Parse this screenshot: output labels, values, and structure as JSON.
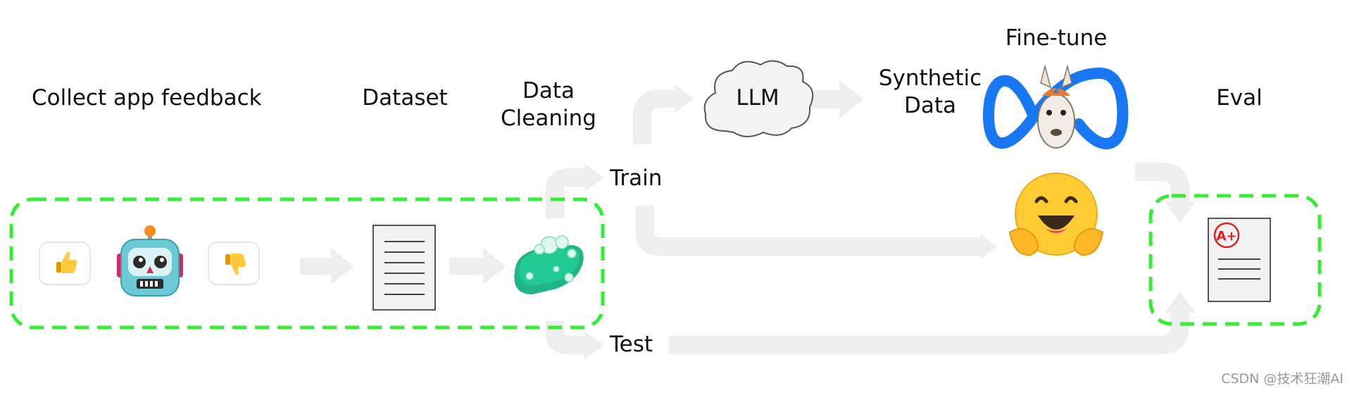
{
  "labels": {
    "collect": "Collect app feedback",
    "dataset": "Dataset",
    "cleaning_line1": "Data",
    "cleaning_line2": "Cleaning",
    "llm": "LLM",
    "synthetic_line1": "Synthetic",
    "synthetic_line2": "Data",
    "finetune": "Fine-tune",
    "eval": "Eval",
    "train": "Train",
    "test": "Test",
    "grade": "A+"
  },
  "watermark": "CSDN @技术狂潮AI",
  "colors": {
    "arrow": "#eeeeee",
    "dashed_box": "#33ee33",
    "text": "#111111",
    "robot": "#6cc9d6",
    "soap": "#22c993",
    "meta_blue": "#1877f2",
    "hug_face": "#ffcc33",
    "grade_red": "#e02020"
  },
  "icons": [
    "thumbs-up-icon",
    "robot-icon",
    "thumbs-down-icon",
    "document-icon",
    "soap-icon",
    "cloud-icon",
    "meta-llama-icon",
    "hugging-face-icon",
    "graded-paper-icon"
  ]
}
